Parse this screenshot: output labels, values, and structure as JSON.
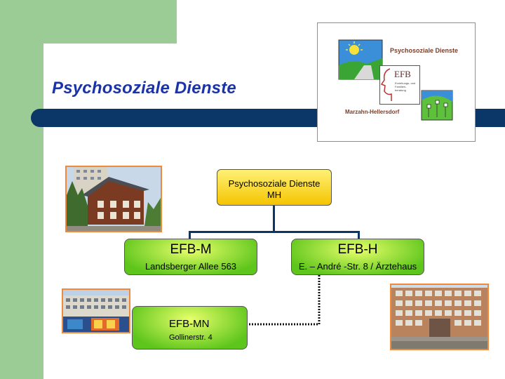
{
  "slide": {
    "title": "Psychosoziale Dienste"
  },
  "logo": {
    "title": "Psychosoziale Dienste",
    "efb": "EFB",
    "efb_small": "Erziehungs- und Familien- beratung",
    "district": "Marzahn-Hellersdorf"
  },
  "org_chart": {
    "top": {
      "line1": "Psychosoziale Dienste",
      "line2": "MH"
    },
    "efb_m": {
      "title": "EFB-M",
      "address": "Landsberger Allee 563"
    },
    "efb_h": {
      "title": "EFB-H",
      "address": "E. – André -Str. 8 / Ärztehaus"
    },
    "efb_mn": {
      "title": "EFB-MN",
      "address": "Gollinerstr. 4"
    }
  },
  "colors": {
    "accent_blue": "#0b3668",
    "title_blue": "#1a33a8",
    "side_green": "#9ccc96",
    "photo_border": "#f08a3a"
  }
}
